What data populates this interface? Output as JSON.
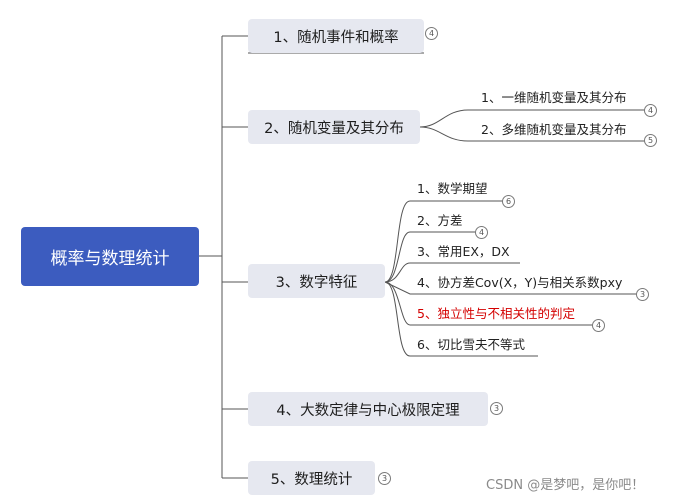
{
  "root": {
    "label": "概率与数理统计"
  },
  "topics": [
    {
      "label": "1、随机事件和概率",
      "count": "4"
    },
    {
      "label": "2、随机变量及其分布",
      "count": null,
      "children": [
        {
          "label": "1、一维随机变量及其分布",
          "count": "4"
        },
        {
          "label": "2、多维随机变量及其分布",
          "count": "5"
        }
      ]
    },
    {
      "label": "3、数字特征",
      "count": null,
      "children": [
        {
          "label": "1、数学期望",
          "count": "6"
        },
        {
          "label": "2、方差",
          "count": "4"
        },
        {
          "label": "3、常用EX，DX",
          "count": null
        },
        {
          "label": "4、协方差Cov(X，Y)与相关系数pxy",
          "count": "3"
        },
        {
          "label": "5、独立性与不相关性的判定",
          "count": "4"
        },
        {
          "label": "6、切比雪夫不等式",
          "count": null
        }
      ]
    },
    {
      "label": "4、大数定律与中心极限定理",
      "count": "3"
    },
    {
      "label": "5、数理统计",
      "count": "3"
    }
  ],
  "watermark": "CSDN @是梦吧，是你吧！",
  "colors": {
    "root": "#3c5cbf",
    "topic_bg": "#e6e8f0",
    "highlight": "#d40000",
    "line": "#555555"
  }
}
